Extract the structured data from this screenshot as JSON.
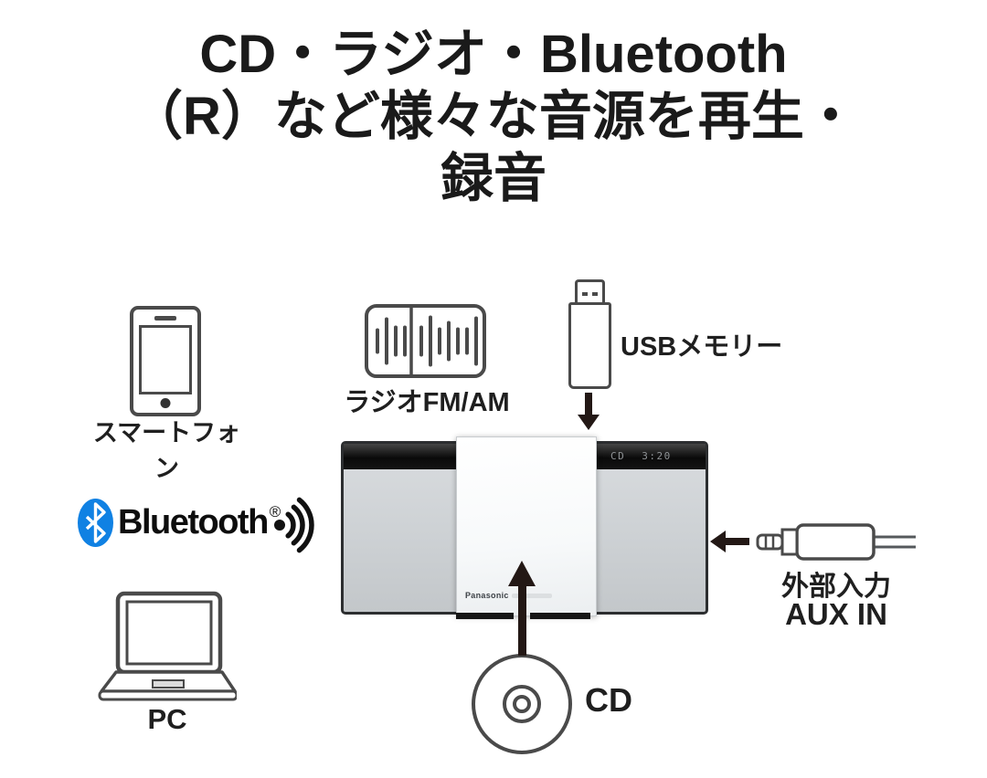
{
  "title": {
    "line1": "CD・ラジオ・Bluetooth",
    "line2": "（R）など様々な音源を再生・",
    "line3": "録音"
  },
  "sources": {
    "smartphone": {
      "label": "スマートフォン"
    },
    "bluetooth": {
      "name": "Bluetooth",
      "reg_mark": "®"
    },
    "pc": {
      "label": "PC"
    },
    "radio": {
      "label": "ラジオFM/AM"
    },
    "usb": {
      "label": "USBメモリー"
    },
    "aux": {
      "line1": "外部入力",
      "line2": "AUX IN"
    },
    "cd": {
      "label": "CD"
    }
  },
  "device": {
    "brand": "Panasonic",
    "display_source": "CD",
    "display_time": "3:20"
  },
  "colors": {
    "bluetooth_blue": "#1081e3",
    "arrow_dark": "#231815",
    "icon_stroke": "#4a4a4a",
    "title_text": "#1a1a1a",
    "unit_panel_gray": "#ced2d5",
    "unit_strip_black": "#0a0a0a"
  }
}
